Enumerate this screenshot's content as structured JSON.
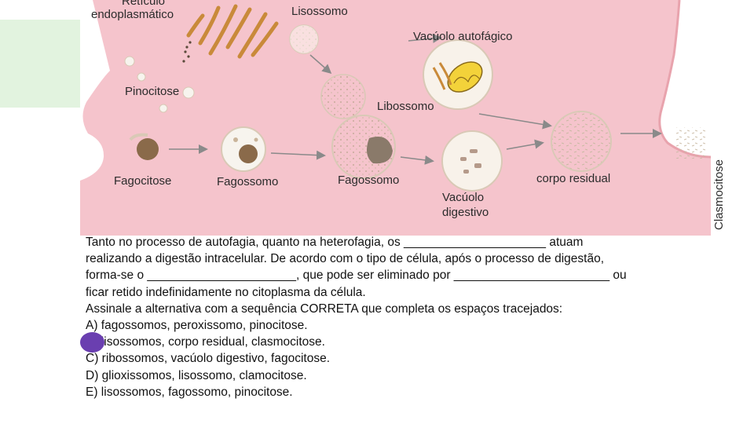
{
  "colors": {
    "cytoplasm": "#f5c4cc",
    "membrane": "#e8a3ad",
    "mint_panel": "#e2f3df",
    "vesicle_fill": "#f7f4ee",
    "reticulum": "#c98a3a",
    "mitochondrion": "#f3d23a",
    "particle": "#8a6a4a",
    "marker": "#6a3fb0"
  },
  "diagram": {
    "labels": {
      "reticulum_line1": "Retículo",
      "reticulum_line2": "endoplasmático",
      "lysosome": "Lisossomo",
      "autophagic_vacuole": "Vacúolo autofágico",
      "pinocytosis": "Pinocitose",
      "lysosome_mid": "Libossomo",
      "phagocytosis": "Fagocitose",
      "phagosome_left": "Fagossomo",
      "phagosome_mid": "Fagossomo",
      "digestive_vacuole_line1": "Vacúolo",
      "digestive_vacuole_line2": "digestivo",
      "residual_body": "corpo residual",
      "clasmocytosis": "Clasmocitose"
    }
  },
  "question": {
    "lines": [
      "Tanto no processo de autofagia, quanto na heterofagia, os _____________________ atuam",
      "realizando a digestão intracelular. De acordo com o tipo de célula, após o processo de digestão,",
      "forma-se o ______________________, que pode ser eliminado por _______________________ ou",
      "ficar retido indefinidamente no citoplasma da célula.",
      "Assinale a alternativa com a sequência CORRETA que completa os espaços tracejados:"
    ],
    "options": [
      "A) fagossomos, peroxissomo, pinocitose.",
      "B) lisossomos, corpo residual, clasmocitose.",
      "C) ribossomos, vacúolo digestivo, fagocitose.",
      "D) glioxissomos, lisossomo, clamocitose.",
      "E) lisossomos, fagossomo, pinocitose."
    ]
  }
}
